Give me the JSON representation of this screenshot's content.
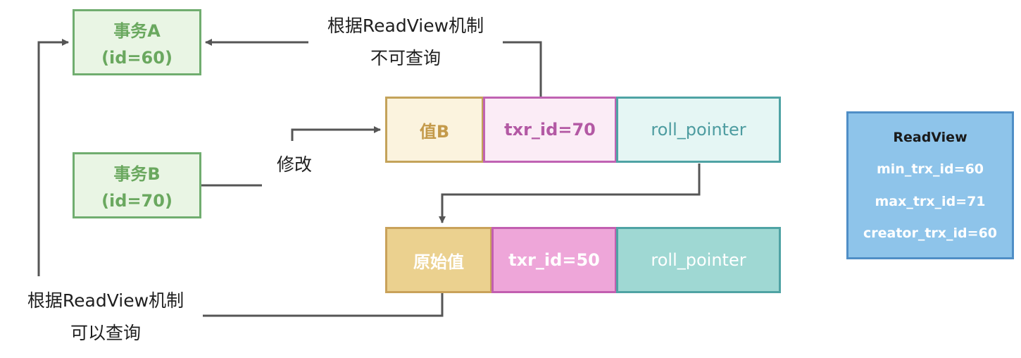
{
  "transaction_a": {
    "name": "事务A",
    "id": "(id=60)"
  },
  "transaction_b": {
    "name": "事务B",
    "id": "(id=70)"
  },
  "top_label": {
    "line1": "根据ReadView机制",
    "line2": "不可查询"
  },
  "modify_label": "修改",
  "bottom_label": {
    "line1": "根据ReadView机制",
    "line2": "可以查询"
  },
  "row_current": {
    "value": "值B",
    "trx": "txr_id=70",
    "pointer": "roll_pointer"
  },
  "row_original": {
    "value": "原始值",
    "trx": "txr_id=50",
    "pointer": "roll_pointer"
  },
  "readview": {
    "title": "ReadView",
    "min": "min_trx_id=60",
    "max": "max_trx_id=71",
    "creator": "creator_trx_id=60"
  },
  "colors": {
    "transaction_border": "#70ad6f",
    "connector": "#555555",
    "readview_fill": "#8ec4ea"
  }
}
